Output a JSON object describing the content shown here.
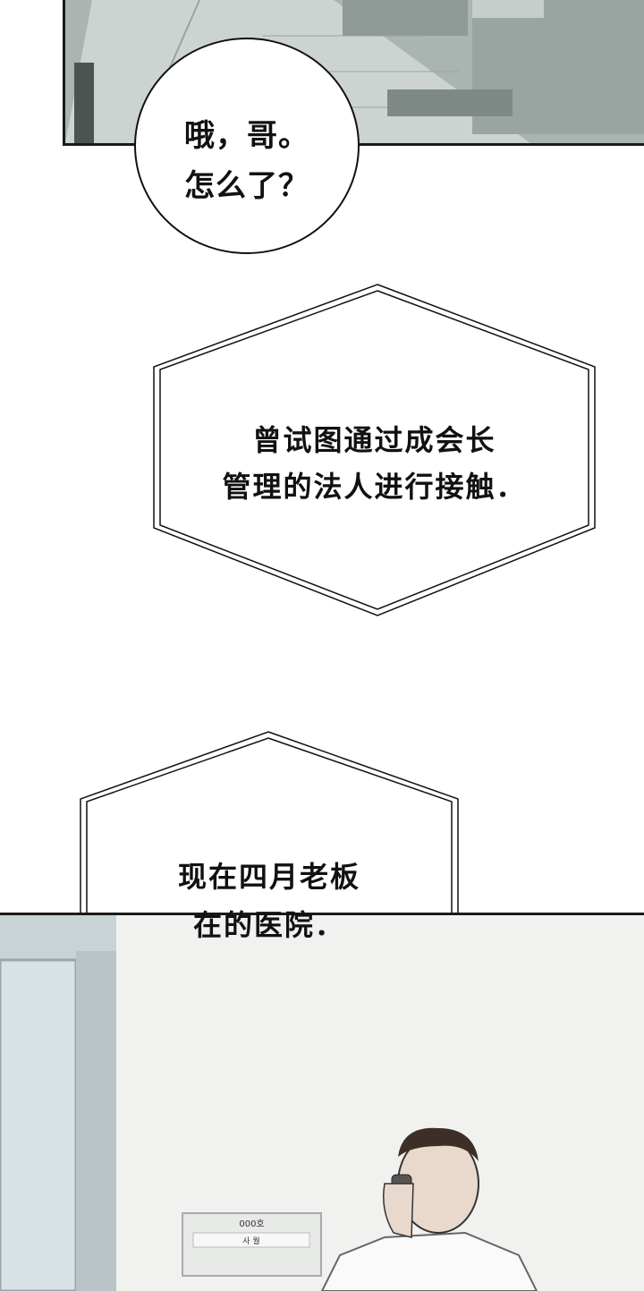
{
  "speech_bubble": {
    "lines": [
      "哦，哥。",
      "怎么了？"
    ]
  },
  "caption_1": {
    "lines": [
      "曾试图通过成会长",
      "管理的法人进行接触．"
    ]
  },
  "caption_2": {
    "lines": [
      "现在四月老板",
      "在的医院．"
    ]
  },
  "door_sign": {
    "number": "000호",
    "label": "사 월"
  }
}
